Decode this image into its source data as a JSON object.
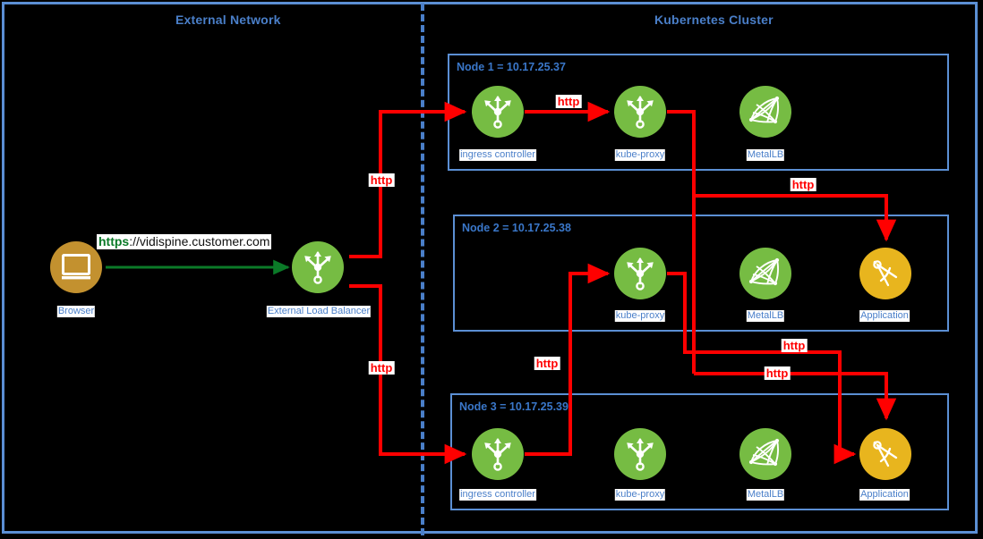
{
  "diagram": {
    "title": "Kubernetes ingress traffic flow",
    "background": "#000000",
    "colors": {
      "frame_blue": "#5b8fd4",
      "title_blue": "#4a7fc9",
      "label_blue": "#4a7fc9",
      "wire_red": "#ff0000",
      "wire_green": "#0b7a28",
      "node_green": "#76bc43",
      "app_yellow": "#e8b51e",
      "browser_gold": "#c3912f",
      "tag_bg": "#ffffff"
    }
  },
  "zones": {
    "external": {
      "title": "External Network"
    },
    "cluster": {
      "title": "Kubernetes Cluster"
    }
  },
  "external": {
    "browser": {
      "caption": "Browser",
      "icon": "monitor-icon"
    },
    "load_balancer": {
      "caption": "External Load Balancer",
      "icon": "trident-node-icon"
    },
    "url": {
      "scheme": "https",
      "rest": "://vidispine.customer.com"
    }
  },
  "nodes": [
    {
      "id": "node-1",
      "label": "Node 1 = 10.17.25.37",
      "ip": "10.17.25.37",
      "components": [
        {
          "caption": "ingress controller",
          "icon": "trident-node-icon",
          "kind": "green"
        },
        {
          "caption": "kube-proxy",
          "icon": "trident-node-icon",
          "kind": "green"
        },
        {
          "caption": "MetalLB",
          "icon": "mesh-net-icon",
          "kind": "green"
        }
      ]
    },
    {
      "id": "node-2",
      "label": "Node 2 = 10.17.25.38",
      "ip": "10.17.25.38",
      "components": [
        {
          "caption": "kube-proxy",
          "icon": "trident-node-icon",
          "kind": "green"
        },
        {
          "caption": "MetalLB",
          "icon": "mesh-net-icon",
          "kind": "green"
        },
        {
          "caption": "Application",
          "icon": "compass-icon",
          "kind": "yellow"
        }
      ]
    },
    {
      "id": "node-3",
      "label": "Node 3 = 10.17.25.39",
      "ip": "10.17.25.39",
      "components": [
        {
          "caption": "ingress controller",
          "icon": "trident-node-icon",
          "kind": "green"
        },
        {
          "caption": "kube-proxy",
          "icon": "trident-node-icon",
          "kind": "green"
        },
        {
          "caption": "MetalLB",
          "icon": "mesh-net-icon",
          "kind": "green"
        },
        {
          "caption": "Application",
          "icon": "compass-icon",
          "kind": "yellow"
        }
      ]
    }
  ],
  "edge_labels": {
    "lb_to_ingress1": "http",
    "ingress1_to_proxy1": "http",
    "proxy1_to_app2": "http",
    "lb_to_ingress3": "http",
    "ingress3_to_proxy2": "http",
    "proxy2_to_app3": "http",
    "proxy1_to_app3": "http"
  }
}
